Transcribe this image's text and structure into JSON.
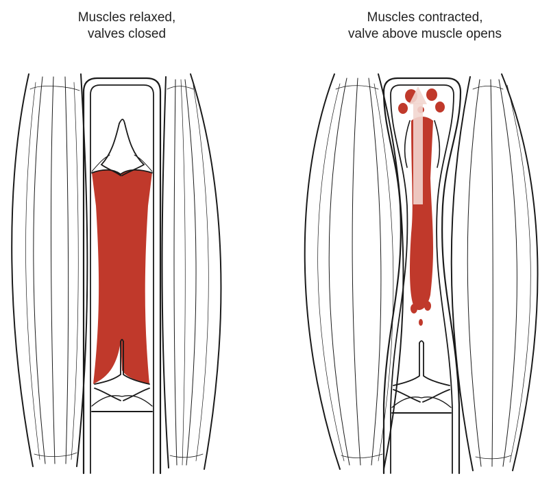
{
  "panels": {
    "left": {
      "title_line1": "Muscles relaxed,",
      "title_line2": "valves closed"
    },
    "right": {
      "title_line1": "Muscles contracted,",
      "title_line2": "valve above muscle opens"
    }
  },
  "colors": {
    "blood": "#c0392b",
    "outline": "#1a1a1a",
    "arrow": "#f2d6cf",
    "background": "#ffffff"
  }
}
